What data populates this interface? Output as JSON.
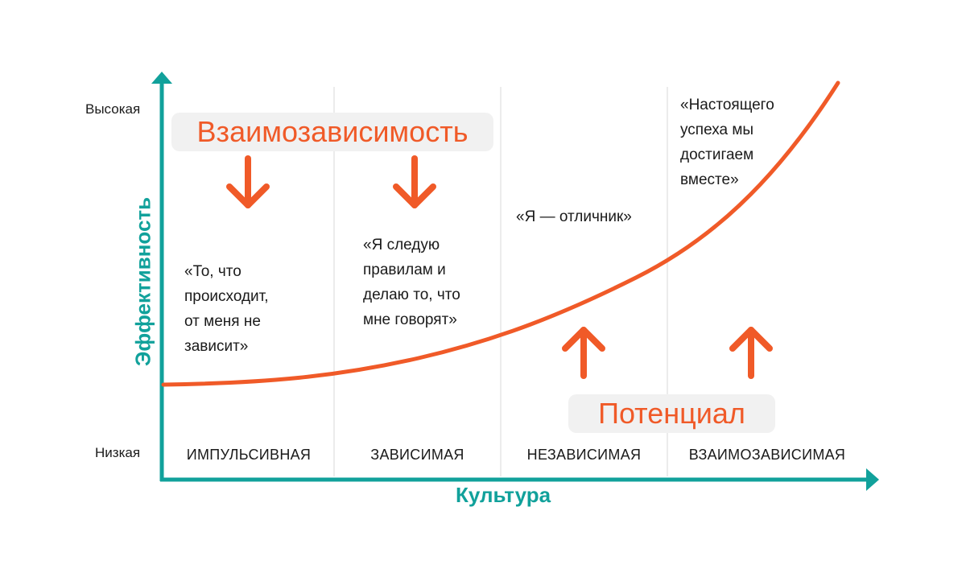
{
  "diagram": {
    "y_axis": {
      "title": "Эффективность",
      "tick_high": "Высокая",
      "tick_low": "Низкая"
    },
    "x_axis": {
      "title": "Культура",
      "categories": [
        "ИМПУЛЬСИВНАЯ",
        "ЗАВИСИМАЯ",
        "НЕЗАВИСИМАЯ",
        "ВЗАИМОЗАВИСИМАЯ"
      ]
    },
    "top_banner": "Взаимозависимость",
    "bottom_banner": "Потенциал",
    "quotes": [
      "«То, что\nпроисходит,\nот меня не\nзависит»",
      "«Я следую\nправилам и\nделаю то, что\nмне говорят»",
      "«Я — отличник»",
      "«Настоящего\nуспеха мы\nдостигаем\nвместе»"
    ],
    "colors": {
      "axis": "#11a19b",
      "accent": "#f05a28",
      "banner_bg": "#f1f1f1",
      "divider": "#ececec",
      "text": "#1a1a1a"
    },
    "curve": "exponential growth from Низкая (left) to Высокая (right)",
    "arrows": {
      "down": [
        "over ИМПУЛЬСИВНАЯ",
        "over ЗАВИСИМАЯ"
      ],
      "up": [
        "over НЕЗАВИСИМАЯ",
        "over ВЗАИМОЗАВИСИМАЯ"
      ]
    }
  }
}
